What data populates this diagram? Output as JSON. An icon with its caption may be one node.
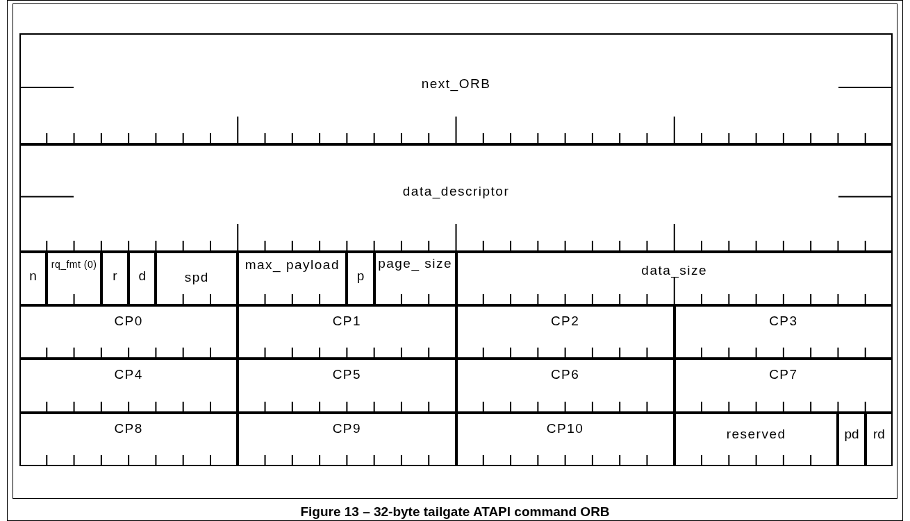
{
  "diagram": {
    "caption": "Figure 13 – 32-byte tailgate ATAPI command ORB",
    "labels": [
      "next_ORB",
      "data_descriptor",
      "n",
      "rq_fmt (0)",
      "r",
      "d",
      "spd",
      "max_ payload",
      "p",
      "page_ size",
      "data_size",
      "CP0",
      "CP1",
      "CP2",
      "CP3",
      "CP4",
      "CP5",
      "CP6",
      "CP7",
      "CP8",
      "CP9",
      "CP10",
      "reserved",
      "pd",
      "rd"
    ]
  }
}
